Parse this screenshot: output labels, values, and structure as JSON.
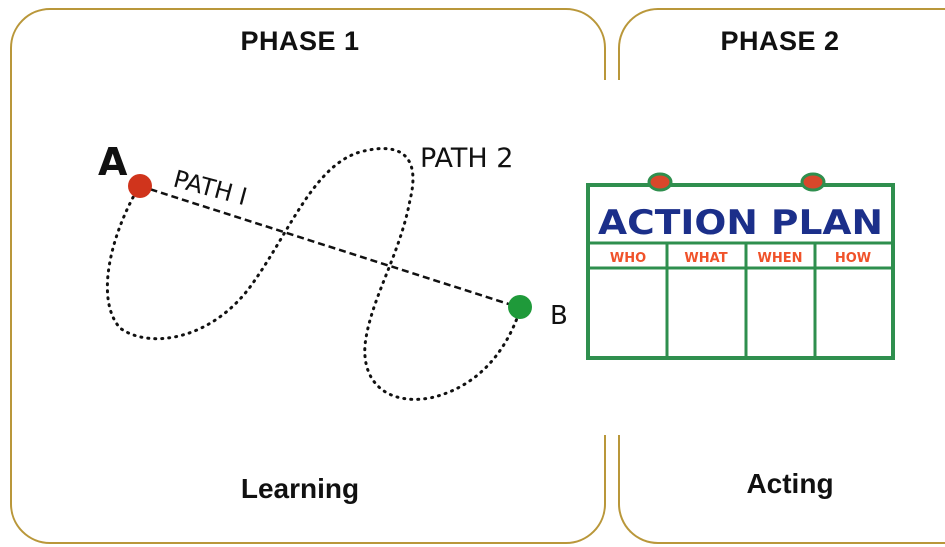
{
  "phase1": {
    "title": "PHASE 1",
    "label": "Learning"
  },
  "phase2": {
    "title": "PHASE 2",
    "label": "Acting"
  },
  "map": {
    "start_label": "A",
    "end_label": "B",
    "path1_label": "PATH I",
    "path2_label": "PATH 2",
    "start_color": "#d0341c",
    "end_color": "#1f9a3a"
  },
  "action_plan": {
    "title": "ACTION PLAN",
    "columns": [
      "WHO",
      "WHAT",
      "WHEN",
      "HOW"
    ],
    "board_color": "#2f8f4e",
    "title_color": "#1b2f8a",
    "column_color": "#f0522a",
    "pin_color": "#d9472b"
  },
  "colors": {
    "frame": "#b9973a"
  }
}
